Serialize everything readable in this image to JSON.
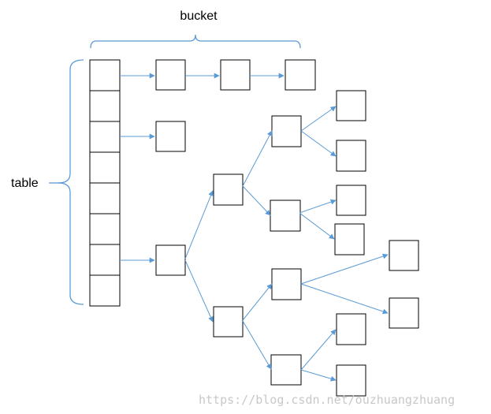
{
  "labels": {
    "bucket": "bucket",
    "table": "table"
  },
  "watermark": "https://blog.csdn.net/ouzhuangzhuang",
  "colors": {
    "arrow": "#5b9bd5",
    "brace": "#5b9bd5",
    "box_stroke": "#000000",
    "watermark": "#c8c8c8"
  },
  "structure": {
    "table_slots": 8,
    "bucket_chain_length": 3,
    "slots": [
      {
        "slot": 1,
        "kind": "linked-list",
        "nodes": 3
      },
      {
        "slot": 3,
        "kind": "single-node",
        "nodes": 1
      },
      {
        "slot": 7,
        "kind": "tree",
        "nodes": 15
      }
    ]
  }
}
